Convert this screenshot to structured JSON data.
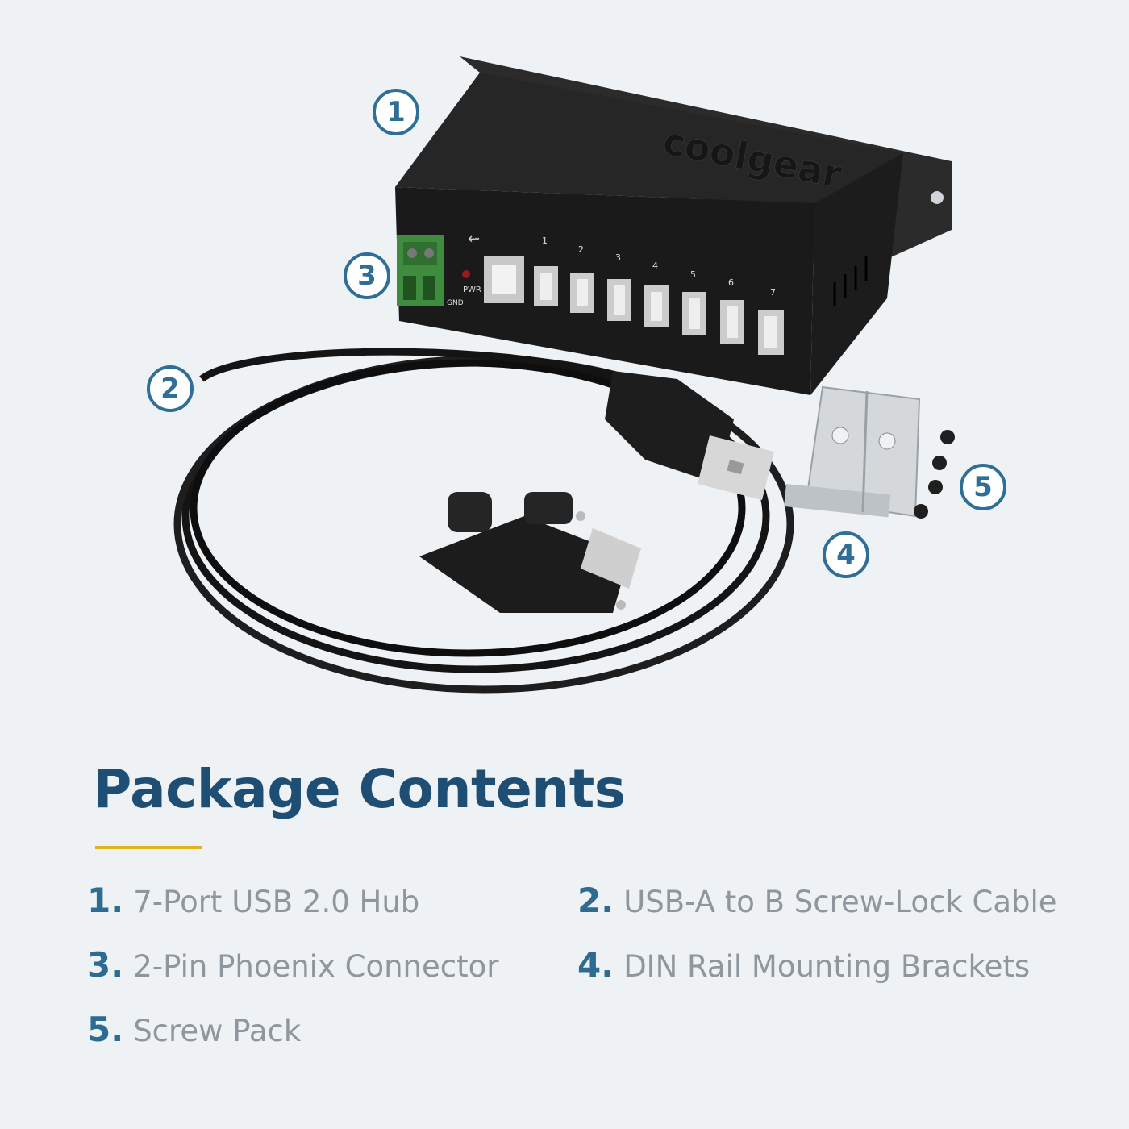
{
  "product": {
    "brand_logo": "coolgear",
    "port_numbers": [
      "1",
      "2",
      "3",
      "4",
      "5",
      "6",
      "7"
    ],
    "pwr_label": "PWR",
    "gnd_label": "GND"
  },
  "callouts": [
    "1",
    "2",
    "3",
    "4",
    "5"
  ],
  "heading": "Package Contents",
  "accent_color": "#e2b321",
  "contents": [
    {
      "num": "1.",
      "text": "7-Port USB 2.0 Hub"
    },
    {
      "num": "2.",
      "text": "USB-A to B Screw-Lock Cable"
    },
    {
      "num": "3.",
      "text": "2-Pin Phoenix Connector"
    },
    {
      "num": "4.",
      "text": "DIN Rail Mounting Brackets"
    },
    {
      "num": "5.",
      "text": "Screw Pack"
    }
  ]
}
